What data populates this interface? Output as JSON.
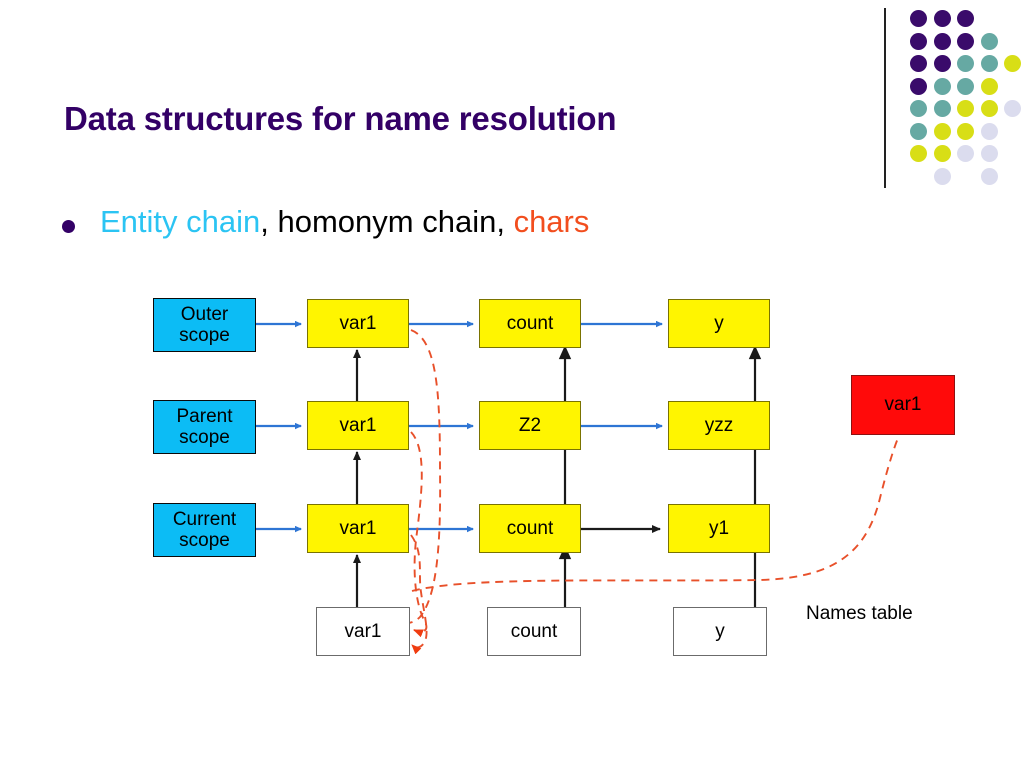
{
  "slide": {
    "title": "Data structures for name resolution",
    "bullet": {
      "marker": "bullet-dot",
      "segments": [
        {
          "text": "Entity chain",
          "color": "#2BC4F3"
        },
        {
          "text": ", homonym chain, ",
          "color": "#000000"
        },
        {
          "text": "chars",
          "color": "#F24E1E"
        }
      ]
    }
  },
  "colors": {
    "title": "#330066",
    "scope_box": "#0CBCF5",
    "chain_box": "#FFF500",
    "names_box": "#FFFFFF",
    "highlight_box": "#FF0A0A",
    "blue_arrow": "#2E75D4",
    "black_arrow": "#1a1a1a",
    "dashed_arrow": "#E8502A"
  },
  "logo": {
    "name": "dot-grid-logo",
    "dot_colors": {
      "purple": "#3A0B6B",
      "teal": "#66A9A3",
      "yellow": "#D8DE16",
      "pale": "#DBDCEE"
    },
    "rows": [
      [
        "purple",
        "purple",
        "purple"
      ],
      [
        "purple",
        "purple",
        "purple",
        "teal"
      ],
      [
        "purple",
        "purple",
        "teal",
        "teal",
        "yellow"
      ],
      [
        "purple",
        "teal",
        "teal",
        "yellow"
      ],
      [
        "teal",
        "teal",
        "yellow",
        "yellow",
        "pale"
      ],
      [
        "teal",
        "yellow",
        "yellow",
        "pale"
      ],
      [
        "yellow",
        "yellow",
        "pale",
        "pale"
      ],
      [
        "",
        "pale",
        "",
        "pale"
      ]
    ]
  },
  "diagram": {
    "scopes": [
      {
        "line1": "Outer",
        "line2": "scope"
      },
      {
        "line1": "Parent",
        "line2": "scope"
      },
      {
        "line1": "Current",
        "line2": "scope"
      }
    ],
    "chain_rows": [
      {
        "col1": "var1",
        "col2": "count",
        "col3": "y"
      },
      {
        "col1": "var1",
        "col2": "Z2",
        "col3": "yzz"
      },
      {
        "col1": "var1",
        "col2": "count",
        "col3": "y1"
      }
    ],
    "names_table": {
      "label": "Names table",
      "entries": [
        "var1",
        "count",
        "y"
      ]
    },
    "highlight": {
      "label": "var1"
    }
  }
}
